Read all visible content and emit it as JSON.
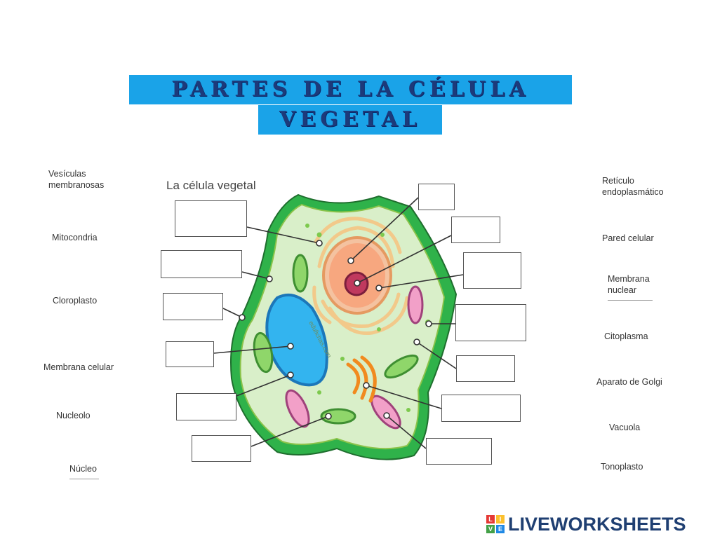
{
  "title": {
    "line1": "PARTES DE LA CÉLULA",
    "line2": "VEGETAL"
  },
  "diagram": {
    "caption": "La célula vegetal",
    "watermark": "edufichas.com"
  },
  "word_bank": {
    "left": [
      "Vesículas\nmembranosas",
      "Mitocondria",
      "Cloroplasto",
      "Membrana celular",
      "Nucleolo",
      "Núcleo"
    ],
    "right": [
      "Retículo\nendoplasmático",
      "Pared celular",
      "Membrana\nnuclear",
      "Citoplasma",
      "Aparato de Golgi",
      "Vacuola",
      "Tonoplasto"
    ]
  },
  "answer_boxes": [
    {
      "id": "box-1",
      "value": ""
    },
    {
      "id": "box-2",
      "value": ""
    },
    {
      "id": "box-3",
      "value": ""
    },
    {
      "id": "box-4",
      "value": ""
    },
    {
      "id": "box-5",
      "value": ""
    },
    {
      "id": "box-6",
      "value": ""
    },
    {
      "id": "box-7",
      "value": ""
    },
    {
      "id": "box-8",
      "value": ""
    },
    {
      "id": "box-9",
      "value": ""
    },
    {
      "id": "box-10",
      "value": ""
    },
    {
      "id": "box-11",
      "value": ""
    },
    {
      "id": "box-12",
      "value": ""
    },
    {
      "id": "box-13",
      "value": ""
    }
  ],
  "brand": {
    "name": "LIVEWORKSHEETS",
    "mark_letters": [
      "L",
      "I",
      "V",
      "E"
    ],
    "mark_colors": [
      "#e53935",
      "#fbc02d",
      "#43a047",
      "#1e88e5"
    ]
  },
  "colors": {
    "title_background": "#1aa3e8",
    "title_text": "#1d3a7a",
    "cell_wall": "#2fb24a",
    "cytoplasm": "#d9efc9",
    "vacuole": "#33b4ef",
    "nucleus": "#f7a77f"
  }
}
